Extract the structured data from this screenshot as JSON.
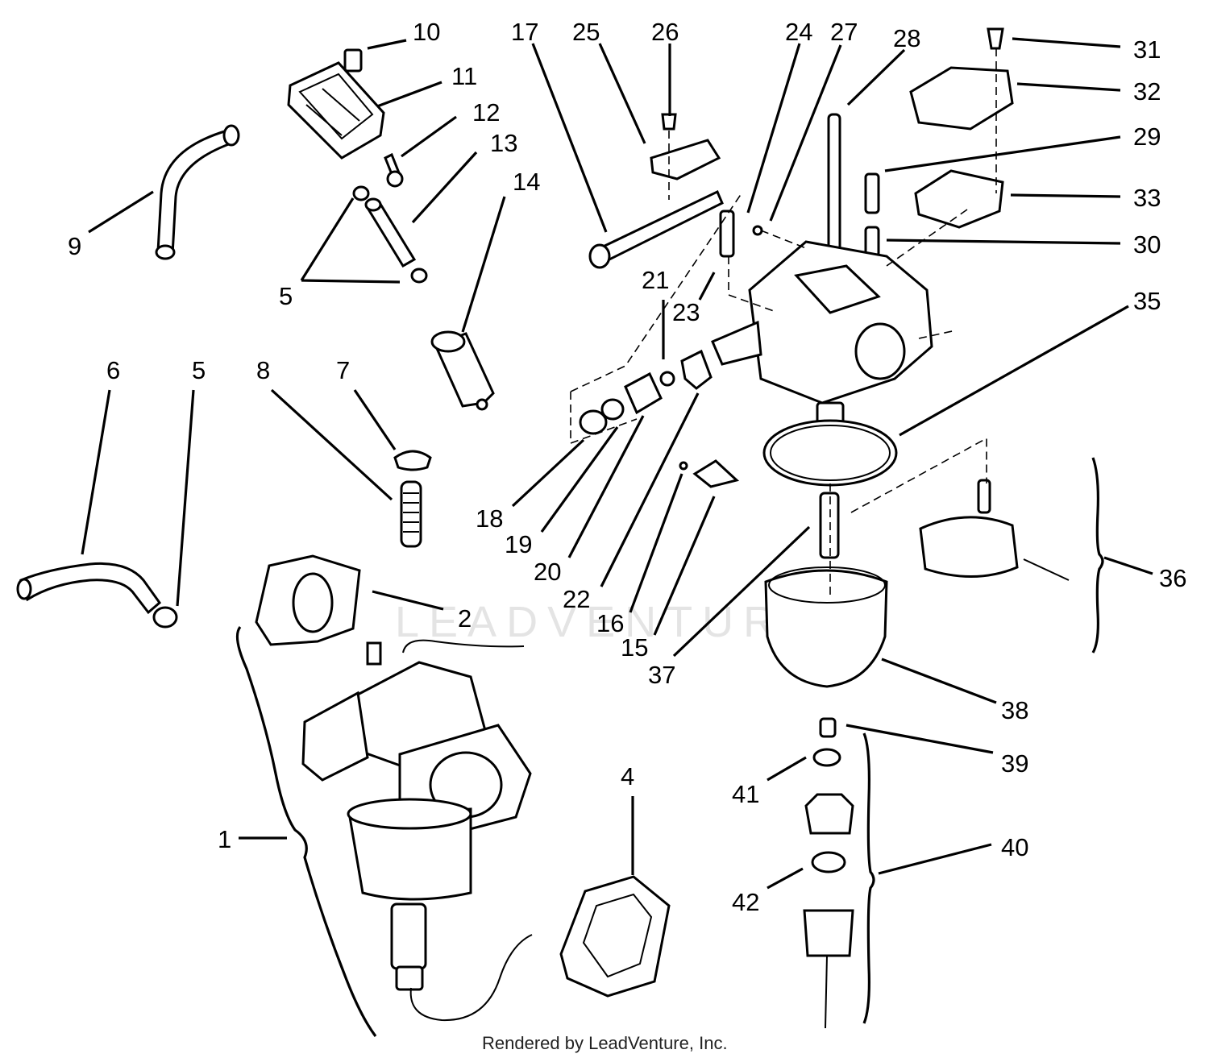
{
  "callouts": [
    "1",
    "2",
    "4",
    "5",
    "5",
    "6",
    "7",
    "8",
    "9",
    "10",
    "11",
    "12",
    "13",
    "14",
    "15",
    "16",
    "17",
    "18",
    "19",
    "20",
    "21",
    "22",
    "23",
    "24",
    "25",
    "26",
    "27",
    "28",
    "29",
    "30",
    "31",
    "32",
    "33",
    "35",
    "36",
    "37",
    "38",
    "39",
    "40",
    "41",
    "42"
  ],
  "watermark": "LEADVENTURE",
  "credit": "Rendered by LeadVenture, Inc.",
  "colors": {
    "line": "#000000",
    "background": "#ffffff",
    "watermark": "#e4e4e4"
  }
}
